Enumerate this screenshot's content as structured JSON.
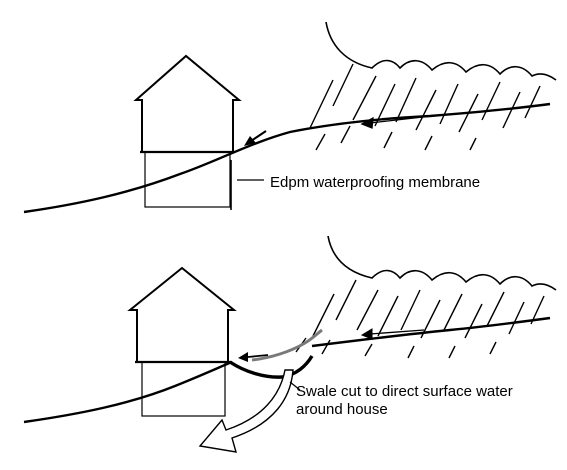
{
  "panels": [
    {
      "id": "before",
      "label": "Edpm waterproofing membrane"
    },
    {
      "id": "after",
      "label_lines": [
        "Swale cut to direct surface water",
        "around house"
      ]
    }
  ],
  "colors": {
    "ink": "#000000",
    "swale": "#7a7a7a",
    "flow_arrow": "#ffffff"
  }
}
